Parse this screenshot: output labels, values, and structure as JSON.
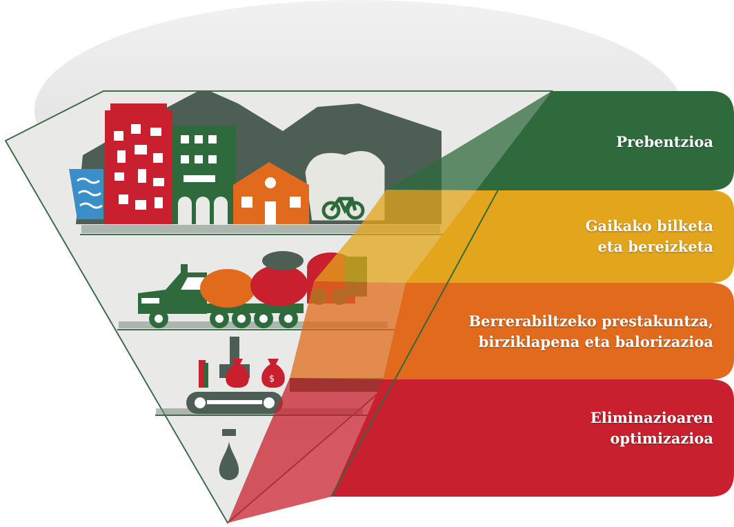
{
  "colors": {
    "dark_green": "#2f6a3d",
    "yellow": "#e3a51b",
    "orange": "#e26a1d",
    "red": "#c8202e",
    "gray": "#4d5f55",
    "bg_gray": "#e4e4e4"
  },
  "levels": [
    {
      "lines": [
        "Prebentzioa"
      ],
      "color": "#2f6a3d"
    },
    {
      "lines": [
        "Gaikako bilketa",
        "eta bereizketa"
      ],
      "color": "#e3a51b"
    },
    {
      "lines": [
        "Berrerabiltzeko prestakuntza,",
        "birziklapena eta balorizazioa"
      ],
      "color": "#e26a1d"
    },
    {
      "lines": [
        "Eliminazioaren",
        "optimizazioa"
      ],
      "color": "#c8202e"
    }
  ],
  "icons": {
    "tier1": [
      "mountain-with-cross-icon",
      "water-icon",
      "red-building-icon",
      "green-building-icon",
      "orange-house-icon",
      "bicycle-icon",
      "tree-icon"
    ],
    "tier2": [
      "truck-icon",
      "tank-trailer-icon"
    ],
    "tier3": [
      "factory-conveyor-icon",
      "money-bag-icon"
    ],
    "tier4": [
      "drop-icon"
    ]
  }
}
